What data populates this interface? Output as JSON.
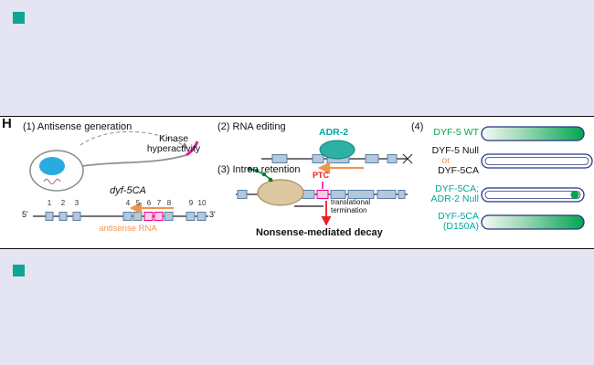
{
  "figure": {
    "panel_label": "H"
  },
  "colors": {
    "background": "#e4e4f2",
    "band": "#ffffff",
    "teal_marker": "#0fa693",
    "nucleus_cyan": "#29abe2",
    "adr2_teal": "#2fb0a5",
    "green": "#00a651",
    "orange": "#ef9552",
    "magenta": "#ec008c",
    "red": "#ed1c24",
    "exon_fill": "#b3c7de",
    "cilium_outline": "#283583"
  },
  "panel1": {
    "title": "(1) Antisense generation",
    "kinase_label": "Kinase hyperactivity",
    "gene_name": "dyf-5CA",
    "five_prime": "5'",
    "three_prime": "3'",
    "exons": [
      "1",
      "2",
      "3",
      "4",
      "5",
      "6",
      "7",
      "8",
      "9",
      "10"
    ],
    "antisense_label": "antisense RNA"
  },
  "panel2": {
    "title": "(2) RNA editing",
    "enzyme_label": "ADR-2"
  },
  "panel3": {
    "title": "(3) Intron retention",
    "ptc_label": "PTC",
    "termination_line1": "translational",
    "termination_line2": "termination",
    "nmd_label": "Nonsense-mediated decay"
  },
  "panel4": {
    "label": "(4)",
    "row1": {
      "line1": "DYF-5 WT"
    },
    "row2": {
      "line1": "DYF-5 Null",
      "or": "or",
      "line2": "DYF-5CA"
    },
    "row3": {
      "line1": "DYF-5CA;",
      "line2": "ADR-2 Null"
    },
    "row4": {
      "line1": "DYF-5CA",
      "line2": "(D150A)"
    }
  }
}
